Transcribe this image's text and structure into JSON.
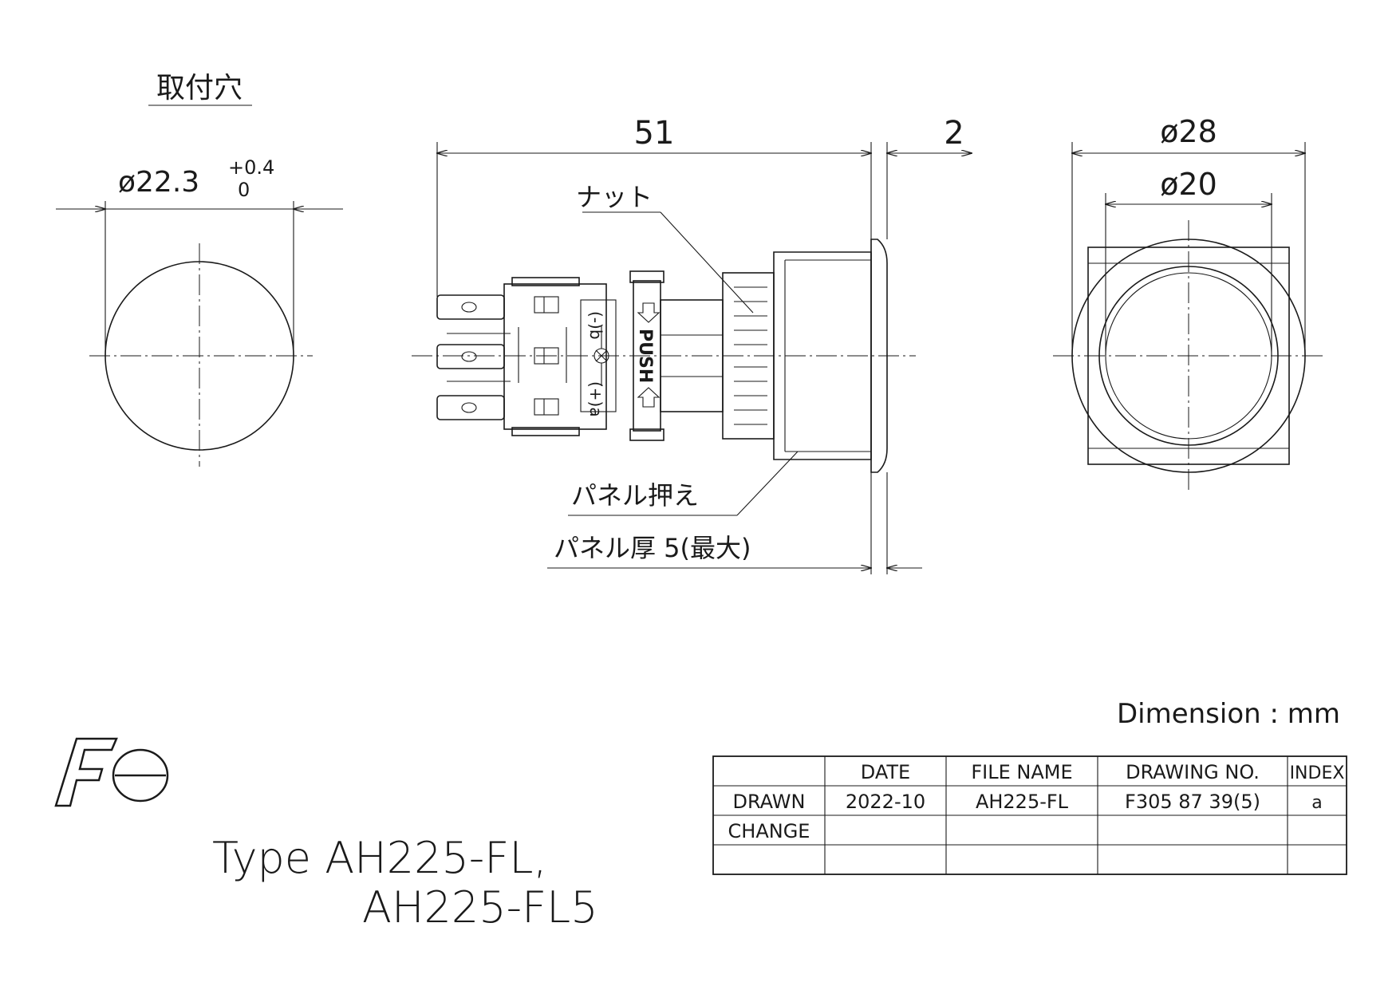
{
  "titles": {
    "mounting_hole": "取付穴"
  },
  "dimensions": {
    "hole_diameter": "ø22.3",
    "hole_tol_upper": "+0.4",
    "hole_tol_lower": "0",
    "body_length": "51",
    "front_protrusion": "2",
    "outer_diameter": "ø28",
    "inner_diameter": "ø20"
  },
  "callouts": {
    "nut": "ナット",
    "panel_holder": "パネル押え",
    "panel_thickness": "パネル厚 5(最大)"
  },
  "switch_marks": {
    "push": "PUSH",
    "b_contact": "(-)b",
    "a_contact": "(+)a"
  },
  "units": "Dimension : mm",
  "type_label": {
    "line1": "Type AH225-FL,",
    "line2": "AH225-FL5"
  },
  "logo_text": "Fe",
  "title_block": {
    "headers": [
      "",
      "DATE",
      "FILE NAME",
      "DRAWING NO.",
      "INDEX"
    ],
    "rows": [
      [
        "DRAWN",
        "2022-10",
        "AH225-FL",
        "F305 87 39(5)",
        "a"
      ],
      [
        "CHANGE",
        "",
        "",
        "",
        ""
      ],
      [
        "",
        "",
        "",
        "",
        ""
      ]
    ]
  }
}
